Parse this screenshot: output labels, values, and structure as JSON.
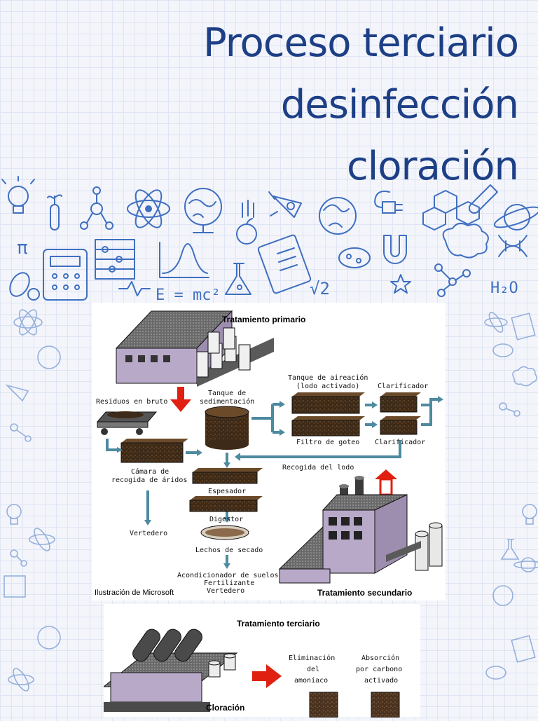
{
  "title": {
    "line1": "Proceso terciario",
    "line2": "desinfección",
    "line3": "cloración"
  },
  "doodle_formulas": {
    "einstein": "E = mc²",
    "water": "H₂O",
    "root": "√2",
    "pi": "π"
  },
  "diagram1": {
    "primary_header": "Tratamiento primario",
    "raw_waste": "Residuos en bruto",
    "sed_tank_l1": "Tanque de",
    "sed_tank_l2": "sedimentación",
    "aeration_l1": "Tanque de aireación",
    "aeration_l2": "(lodo activado)",
    "clarifier_top": "Clarificador",
    "clarifier_bottom": "Clarificador",
    "trickling": "Filtro de goteo",
    "grit_l1": "Cámara de",
    "grit_l2": "recogida de áridos",
    "sludge_collection": "Recogida del lodo",
    "thickener": "Espesador",
    "digester": "Digestor",
    "landfill": "Vertedero",
    "drying_beds": "Lechos de secado",
    "soil_l1": "Acondicionador de suelos",
    "soil_l2": "Fertilizante",
    "soil_l3": "Vertedero",
    "credit": "Ilustración de Microsoft",
    "secondary_header": "Tratamiento secundario"
  },
  "diagram2": {
    "tertiary_header": "Tratamiento terciario",
    "ammonia_l1": "Eliminación",
    "ammonia_l2": "del",
    "ammonia_l3": "amoníaco",
    "carbon_l1": "Absorción",
    "carbon_l2": "por carbono",
    "carbon_l3": "activado",
    "chlorination": "Cloración"
  },
  "colors": {
    "title": "#1d3f86",
    "doodle": "#3f6fc0",
    "building": "#b8a9c9",
    "roof": "#5a5a5a",
    "tank": "#4a3623",
    "arrow_blue": "#4d8aa0",
    "arrow_red": "#e02010"
  }
}
